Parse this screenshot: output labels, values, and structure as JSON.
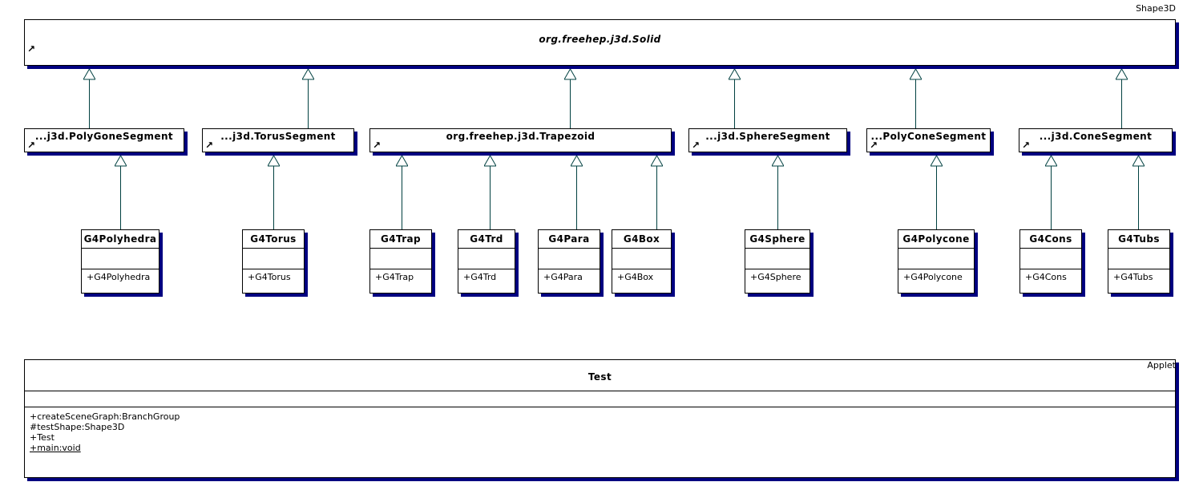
{
  "diagram": {
    "kind": "uml-class-diagram",
    "colors": {
      "box_border": "#000000",
      "box_fill": "#ffffff",
      "box_shadow": "#000080",
      "connector": "#004040",
      "text": "#000000"
    },
    "nav_glyph": "↗"
  },
  "classes": {
    "solid": {
      "name": "org.freehep.j3d.Solid",
      "superclass_tag": "Shape3D",
      "abstract": true
    },
    "polygone_segment": {
      "name": "...j3d.PolyGoneSegment"
    },
    "torus_segment": {
      "name": "...j3d.TorusSegment"
    },
    "trapezoid": {
      "name": "org.freehep.j3d.Trapezoid"
    },
    "sphere_segment": {
      "name": "...j3d.SphereSegment"
    },
    "polycone_segment": {
      "name": "...PolyConeSegment"
    },
    "cone_segment": {
      "name": "...j3d.ConeSegment"
    },
    "g4polyhedra": {
      "name": "G4Polyhedra",
      "operations": [
        "+G4Polyhedra"
      ]
    },
    "g4torus": {
      "name": "G4Torus",
      "operations": [
        "+G4Torus"
      ]
    },
    "g4trap": {
      "name": "G4Trap",
      "operations": [
        "+G4Trap"
      ]
    },
    "g4trd": {
      "name": "G4Trd",
      "operations": [
        "+G4Trd"
      ]
    },
    "g4para": {
      "name": "G4Para",
      "operations": [
        "+G4Para"
      ]
    },
    "g4box": {
      "name": "G4Box",
      "operations": [
        "+G4Box"
      ]
    },
    "g4sphere": {
      "name": "G4Sphere",
      "operations": [
        "+G4Sphere"
      ]
    },
    "g4polycone": {
      "name": "G4Polycone",
      "operations": [
        "+G4Polycone"
      ]
    },
    "g4cons": {
      "name": "G4Cons",
      "operations": [
        "+G4Cons"
      ]
    },
    "g4tubs": {
      "name": "G4Tubs",
      "operations": [
        "+G4Tubs"
      ]
    },
    "test": {
      "name": "Test",
      "superclass_tag": "Applet",
      "operations": [
        {
          "text": "+createSceneGraph:BranchGroup",
          "static": false
        },
        {
          "text": "#testShape:Shape3D",
          "static": false
        },
        {
          "text": "+Test",
          "static": false
        },
        {
          "text": "+main:void",
          "static": true
        }
      ]
    }
  }
}
